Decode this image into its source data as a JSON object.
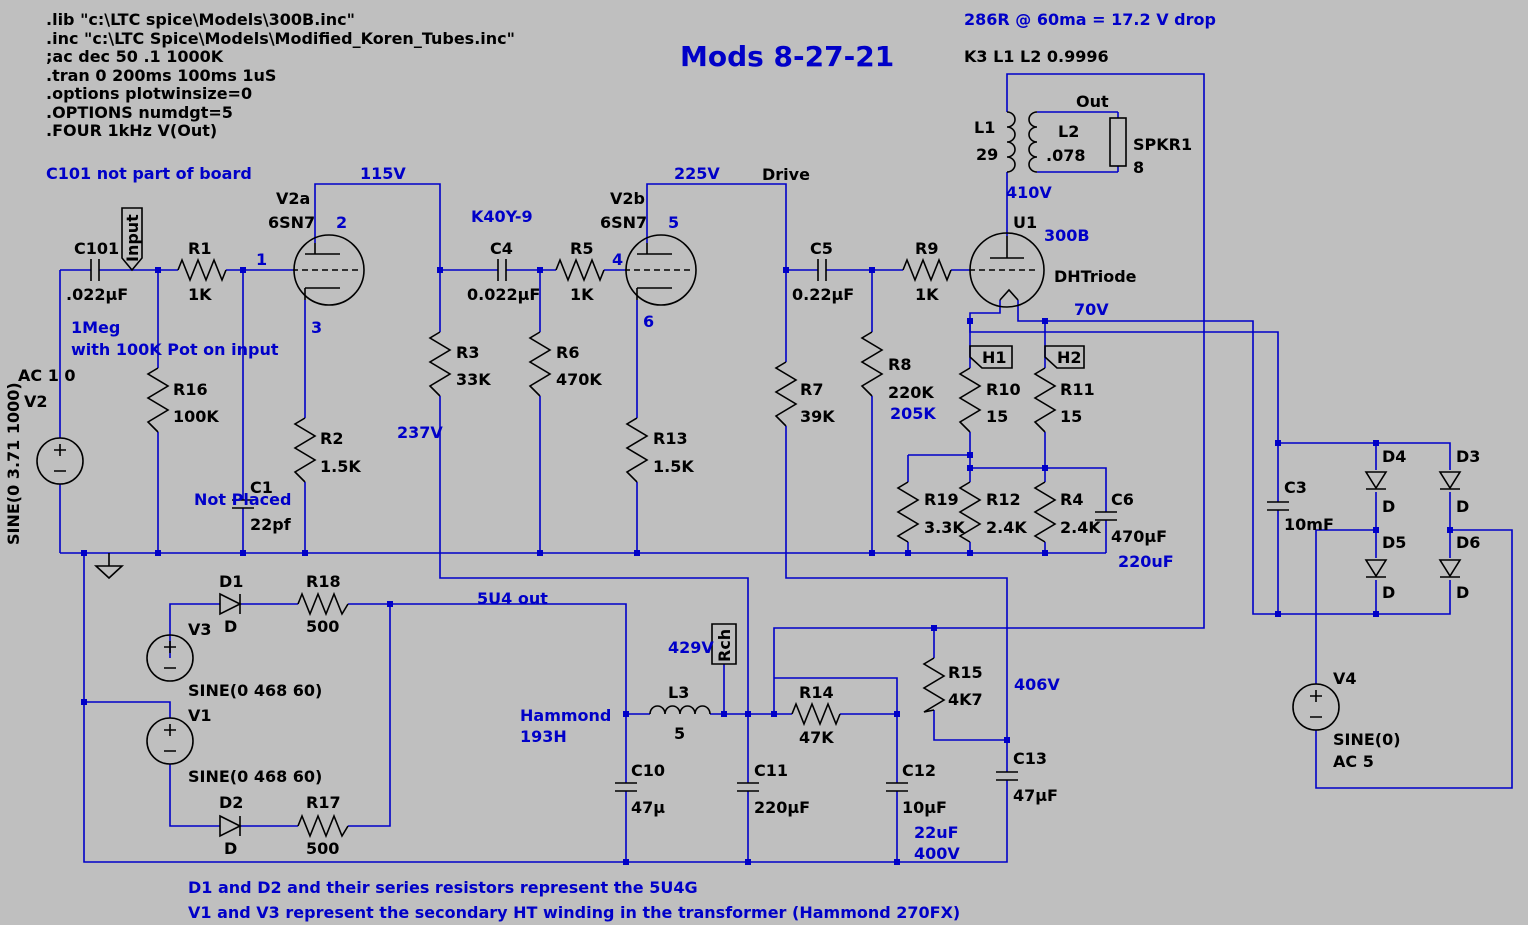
{
  "directives": [
    ".lib \"c:\\LTC spice\\Models\\300B.inc\"",
    ".inc \"c:\\LTC Spice\\Models\\Modified_Koren_Tubes.inc\"",
    ";ac dec 50 .1 1000K",
    ".tran 0 200ms 100ms 1uS",
    ".options plotwinsize=0",
    ".OPTIONS numdgt=5",
    ".FOUR 1kHz V(Out)"
  ],
  "title": "Mods 8-27-21",
  "notes": {
    "drop": "286R @ 60ma = 17.2 V drop",
    "coupling": "K3 L1 L2 0.9996",
    "c101": "C101 not part of board",
    "pot_line1": "1Meg",
    "pot_line2": "with 100K Pot on input",
    "not_placed": "Not Placed",
    "k40y": "K40Y-9",
    "hammond1": "Hammond",
    "hammond2": "193H",
    "u4out": "5U4 out",
    "bottom1": "D1 and D2 and their series resistors represent the 5U4G",
    "bottom2": "V1 and V3 represent the secondary HT winding in the transformer (Hammond 270FX)",
    "c6alt": "220uF",
    "c12alt1": "22uF",
    "c12alt2": "400V"
  },
  "voltages": {
    "v115": "115V",
    "v225": "225V",
    "drive": "Drive",
    "v410": "410V",
    "v70": "70V",
    "v237": "237V",
    "v205": "205K",
    "v429": "429V",
    "v406": "406V"
  },
  "nodes": {
    "n1": "1",
    "n2": "2",
    "n3": "3",
    "n4": "4",
    "n5": "5",
    "n6": "6",
    "out": "Out"
  },
  "flags": {
    "input": "Input",
    "h1": "H1",
    "h2": "H2",
    "rch": "Rch"
  },
  "components": {
    "C101": {
      "name": "C101",
      "value": ".022µF"
    },
    "R1": {
      "name": "R1",
      "value": "1K"
    },
    "V2a": {
      "name": "V2a",
      "value": "6SN7"
    },
    "C4": {
      "name": "C4",
      "value": "0.022µF"
    },
    "R5": {
      "name": "R5",
      "value": "1K"
    },
    "V2b": {
      "name": "V2b",
      "value": "6SN7"
    },
    "C5": {
      "name": "C5",
      "value": "0.22µF"
    },
    "R9": {
      "name": "R9",
      "value": "1K"
    },
    "U1": {
      "name": "U1",
      "value": "300B",
      "model": "DHTriode"
    },
    "L1": {
      "name": "L1",
      "value": "29"
    },
    "L2": {
      "name": "L2",
      "value": ".078"
    },
    "SPKR1": {
      "name": "SPKR1",
      "value": "8"
    },
    "R16": {
      "name": "R16",
      "value": "100K"
    },
    "C1": {
      "name": "C1",
      "value": "22pf"
    },
    "R2": {
      "name": "R2",
      "value": "1.5K"
    },
    "R3": {
      "name": "R3",
      "value": "33K"
    },
    "R6": {
      "name": "R6",
      "value": "470K"
    },
    "R13": {
      "name": "R13",
      "value": "1.5K"
    },
    "R7": {
      "name": "R7",
      "value": "39K"
    },
    "R8": {
      "name": "R8",
      "value": "220K"
    },
    "R10": {
      "name": "R10",
      "value": "15"
    },
    "R11": {
      "name": "R11",
      "value": "15"
    },
    "R19": {
      "name": "R19",
      "value": "3.3K"
    },
    "R12": {
      "name": "R12",
      "value": "2.4K"
    },
    "R4": {
      "name": "R4",
      "value": "2.4K"
    },
    "C6": {
      "name": "C6",
      "value": "470µF"
    },
    "V2": {
      "name": "V2",
      "value": "SINE(0 3.71 1000)",
      "ac": "AC 1 0"
    },
    "C3": {
      "name": "C3",
      "value": "10mF"
    },
    "D4": {
      "name": "D4",
      "value": "D"
    },
    "D3": {
      "name": "D3",
      "value": "D"
    },
    "D5": {
      "name": "D5",
      "value": "D"
    },
    "D6": {
      "name": "D6",
      "value": "D"
    },
    "V4": {
      "name": "V4",
      "value": "SINE(0)",
      "ac": "AC 5"
    },
    "D1": {
      "name": "D1",
      "value": "D"
    },
    "R18": {
      "name": "R18",
      "value": "500"
    },
    "V3": {
      "name": "V3",
      "value": "SINE(0 468 60)"
    },
    "V1": {
      "name": "V1",
      "value": "SINE(0 468 60)"
    },
    "D2": {
      "name": "D2",
      "value": "D"
    },
    "R17": {
      "name": "R17",
      "value": "500"
    },
    "L3": {
      "name": "L3",
      "value": "5"
    },
    "R14": {
      "name": "R14",
      "value": "47K"
    },
    "R15": {
      "name": "R15",
      "value": "4K7"
    },
    "C10": {
      "name": "C10",
      "value": "47µ"
    },
    "C11": {
      "name": "C11",
      "value": "220µF"
    },
    "C12": {
      "name": "C12",
      "value": "10µF"
    },
    "C13": {
      "name": "C13",
      "value": "47µF"
    }
  },
  "colors": {
    "wire": "#0000c8",
    "component": "#000000",
    "background": "#bfbfbf"
  }
}
